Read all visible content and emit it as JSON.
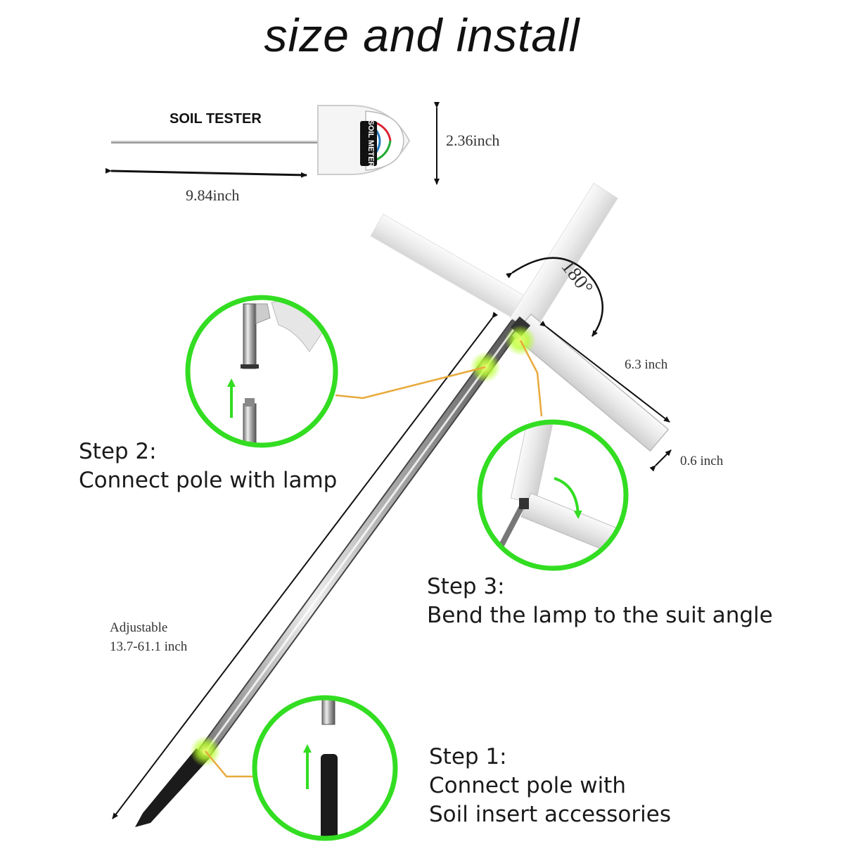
{
  "title": "size and install",
  "soil_tester": {
    "label": "SOIL TESTER",
    "meter_label": "SOIL METER",
    "length": "9.84inch",
    "height": "2.36inch"
  },
  "lamp": {
    "rotation": "180°",
    "length": "6.3 inch",
    "width": "0.6 inch"
  },
  "pole": {
    "adjustable_line1": "Adjustable",
    "adjustable_line2": "13.7-61.1 inch"
  },
  "steps": [
    {
      "heading": "Step 1:",
      "line1": "Connect pole with",
      "line2": "Soil insert accessories"
    },
    {
      "heading": "Step 2:",
      "line1": "Connect pole with lamp"
    },
    {
      "heading": "Step 3:",
      "line1": "Bend the lamp to  the suit angle"
    }
  ],
  "colors": {
    "highlight_ring": "#33dd22",
    "connector_line": "#e8a93a",
    "glow": "#c8ff3a"
  }
}
